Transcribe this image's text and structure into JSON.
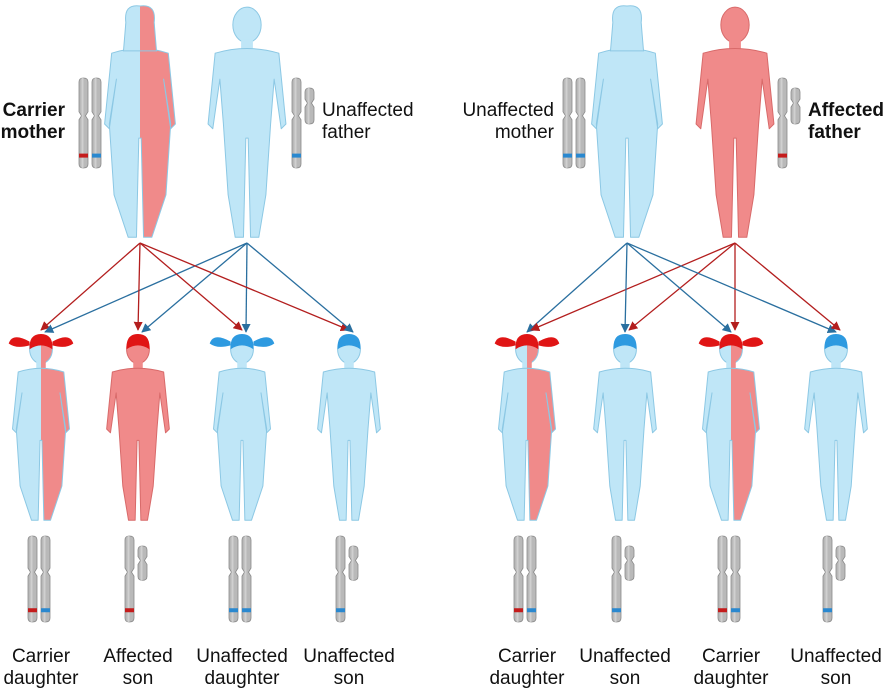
{
  "colors": {
    "affected": "#f08a8a",
    "unaffected": "#bfe6f7",
    "red_allele": "#c41c1c",
    "blue_allele": "#2a88cf",
    "red_arrow": "#b31e1e",
    "blue_arrow": "#2a6f9f",
    "chromosome": "#b9b9b9"
  },
  "left_cross": {
    "mother_label": [
      "Carrier",
      "mother"
    ],
    "father_label": [
      "Unaffected",
      "father"
    ],
    "children": [
      {
        "label": [
          "Carrier",
          "daughter"
        ],
        "type": "daughter",
        "status": "carrier"
      },
      {
        "label": [
          "Affected",
          "son"
        ],
        "type": "son",
        "status": "affected"
      },
      {
        "label": [
          "Unaffected",
          "daughter"
        ],
        "type": "daughter",
        "status": "unaffected"
      },
      {
        "label": [
          "Unaffected",
          "son"
        ],
        "type": "son",
        "status": "unaffected"
      }
    ]
  },
  "right_cross": {
    "mother_label": [
      "Unaffected",
      "mother"
    ],
    "father_label": [
      "Affected",
      "father"
    ],
    "children": [
      {
        "label": [
          "Carrier",
          "daughter"
        ],
        "type": "daughter",
        "status": "carrier"
      },
      {
        "label": [
          "Unaffected",
          "son"
        ],
        "type": "son",
        "status": "unaffected"
      },
      {
        "label": [
          "Carrier",
          "daughter"
        ],
        "type": "daughter",
        "status": "carrier"
      },
      {
        "label": [
          "Unaffected",
          "son"
        ],
        "type": "son",
        "status": "unaffected"
      }
    ]
  }
}
